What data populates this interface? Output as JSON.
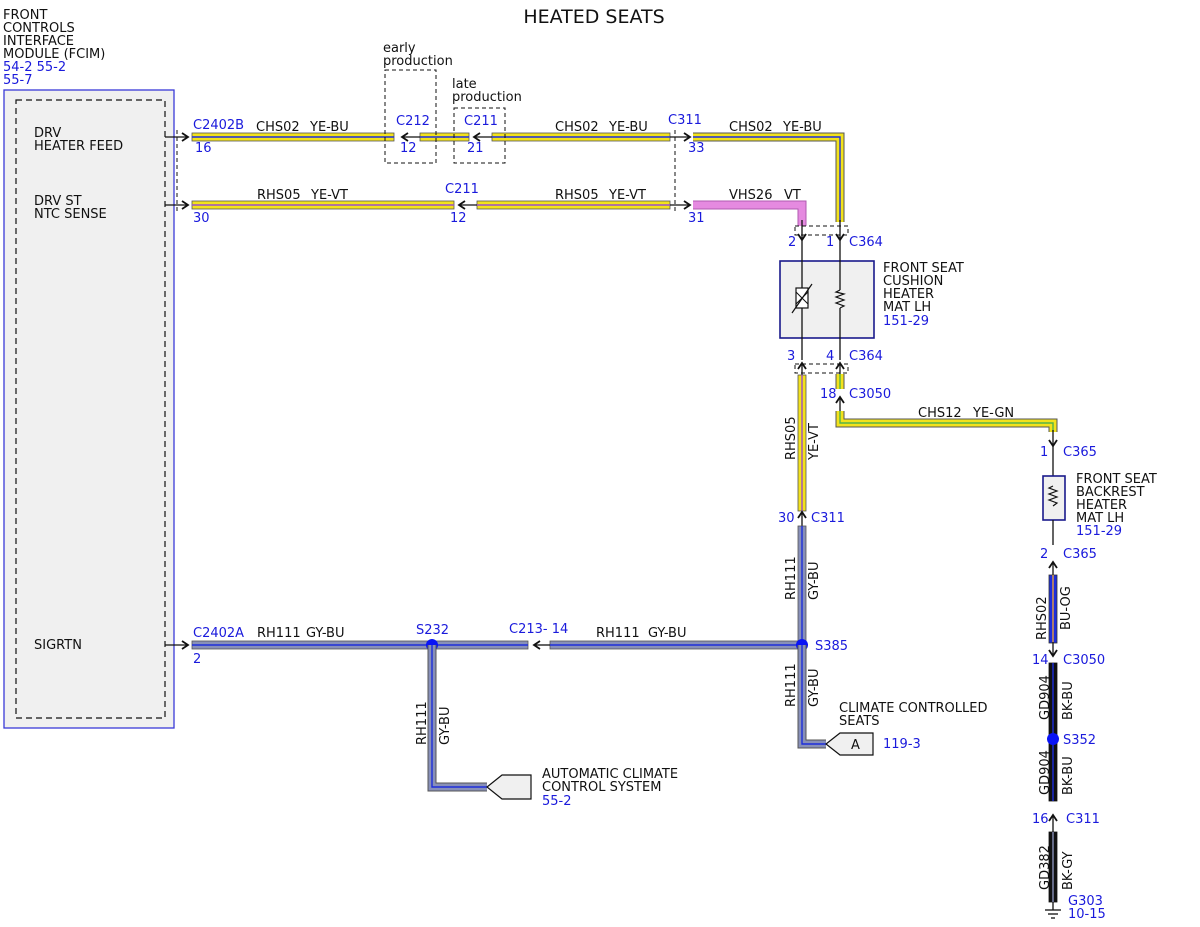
{
  "title": "HEATED SEATS",
  "colors": {
    "ref_blue": "#1a1adc",
    "module_border": "#3a3ad8",
    "module_fill": "#f0f0f0",
    "wire_ye": "#f2e21c",
    "wire_gy": "#8890b8",
    "wire_bu": "#1d2edb",
    "wire_bk": "#111111",
    "wire_vt": "#e58ae0",
    "wire_gn": "#54b34a",
    "wire_og": "#e8a040",
    "splice": "#0a14f5"
  },
  "fcim": {
    "name_lines": [
      "FRONT",
      "CONTROLS",
      "INTERFACE",
      "MODULE (FCIM)"
    ],
    "refs_line1": "54-2  55-2",
    "refs_line2": "55-7",
    "pin_heater_feed": [
      "DRV",
      "HEATER FEED"
    ],
    "pin_ntc": [
      "DRV ST",
      "NTC SENSE"
    ],
    "pin_sigrtn": "SIGRTN"
  },
  "notes": {
    "early": [
      "early",
      "production"
    ],
    "late": [
      "late",
      "production"
    ]
  },
  "connectors": {
    "c2402b": "C2402B",
    "c2402b_pin": "16",
    "c2402b_pin2": "30",
    "c2402a": "C2402A",
    "c2402a_pin": "2",
    "c212": "C212",
    "c212_pin": "12",
    "c211_top": "C211",
    "c211_top_pin": "21",
    "c211_mid": "C211",
    "c211_mid_pin": "12",
    "c311_top": "C311",
    "c311_top_pin": "33",
    "c311_top_pin2": "31",
    "c364_top": "C364",
    "c364_pin1": "1",
    "c364_pin2": "2",
    "c364_bottom": "C364",
    "c364_pin3": "3",
    "c364_pin4": "4",
    "c3050_top": "C3050",
    "c3050_top_pin": "18",
    "c365_top": "C365",
    "c365_top_pin": "1",
    "c365_bottom": "C365",
    "c365_bottom_pin": "2",
    "c311_mid": "C311",
    "c311_mid_pin": "30",
    "c3050_bottom": "C3050",
    "c3050_bottom_pin": "14",
    "c311_bottom": "C311",
    "c311_bottom_pin": "16",
    "c213": "C213- 14"
  },
  "wires": {
    "chs02_a": {
      "circuit": "CHS02",
      "color": "YE-BU"
    },
    "chs02_b": {
      "circuit": "CHS02",
      "color": "YE-BU"
    },
    "chs02_c": {
      "circuit": "CHS02",
      "color": "YE-BU"
    },
    "rhs05_a": {
      "circuit": "RHS05",
      "color": "YE-VT"
    },
    "rhs05_b": {
      "circuit": "RHS05",
      "color": "YE-VT"
    },
    "vhs26": {
      "circuit": "VHS26",
      "color": "VT"
    },
    "rhs05_v": {
      "circuit": "RHS05",
      "color": "YE-VT"
    },
    "chs12": {
      "circuit": "CHS12",
      "color": "YE-GN"
    },
    "rhs02": {
      "circuit": "RHS02",
      "color": "BU-OG"
    },
    "gd904_a": {
      "circuit": "GD904",
      "color": "BK-BU"
    },
    "gd904_b": {
      "circuit": "GD904",
      "color": "BK-BU"
    },
    "gd382": {
      "circuit": "GD382",
      "color": "BK-GY"
    },
    "rh111_a": {
      "circuit": "RH111",
      "color": "GY-BU"
    },
    "rh111_b": {
      "circuit": "RH111",
      "color": "GY-BU"
    },
    "rh111_v1": {
      "circuit": "RH111",
      "color": "GY-BU"
    },
    "rh111_v2": {
      "circuit": "RH111",
      "color": "GY-BU"
    },
    "rh111_v3": {
      "circuit": "RH111",
      "color": "GY-BU"
    }
  },
  "splices": {
    "s232": "S232",
    "s385": "S385",
    "s352": "S352"
  },
  "ground": {
    "name": "G303",
    "ref": "10-15"
  },
  "cushion_heater": {
    "lines": [
      "FRONT SEAT",
      "CUSHION",
      "HEATER",
      "MAT LH"
    ],
    "ref": "151-29"
  },
  "backrest_heater": {
    "lines": [
      "FRONT SEAT",
      "BACKREST",
      "HEATER",
      "MAT LH"
    ],
    "ref": "151-29"
  },
  "climate_seats": {
    "lines": [
      "CLIMATE CONTROLLED",
      "SEATS"
    ],
    "tag": "A",
    "ref": "119-3"
  },
  "auto_climate": {
    "lines": [
      "AUTOMATIC CLIMATE",
      "CONTROL SYSTEM"
    ],
    "ref": "55-2"
  }
}
